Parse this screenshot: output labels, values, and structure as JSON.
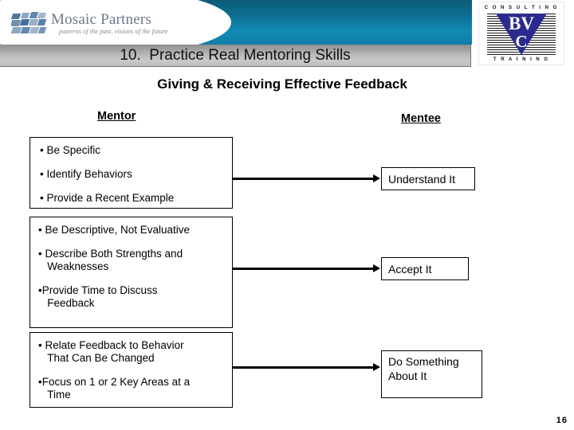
{
  "header": {
    "brand_name": "Mosaic Partners",
    "brand_tagline": "patterns of the past, visions of the future",
    "banner_color": "#0e6f92",
    "logo": {
      "consulting_label": "C O N S U L T I N G",
      "letters_line1": "BV",
      "letters_line2": "C",
      "training_label": "T R A I N I N G",
      "triangle_color": "#2b2b8f"
    }
  },
  "slide": {
    "title": "10.  Practice Real Mentoring Skills",
    "subtitle": "Giving & Receiving Effective Feedback",
    "page_number": "16"
  },
  "columns": {
    "mentor_heading": "Mentor",
    "mentee_heading": "Mentee"
  },
  "mentor_boxes": [
    {
      "bullets": [
        "• Be Specific",
        "• Identify Behaviors",
        "• Provide a Recent Example"
      ]
    },
    {
      "bullets": [
        "• Be Descriptive, Not Evaluative",
        "• Describe Both Strengths and\n   Weaknesses",
        "•Provide Time to Discuss\n   Feedback"
      ]
    },
    {
      "bullets": [
        "• Relate Feedback to Behavior\n   That Can Be Changed",
        "•Focus on 1 or 2 Key Areas at a\n   Time"
      ]
    }
  ],
  "mentee_boxes": [
    {
      "label": "Understand It"
    },
    {
      "label": "Accept It"
    },
    {
      "label": "Do Something\nAbout It"
    }
  ]
}
